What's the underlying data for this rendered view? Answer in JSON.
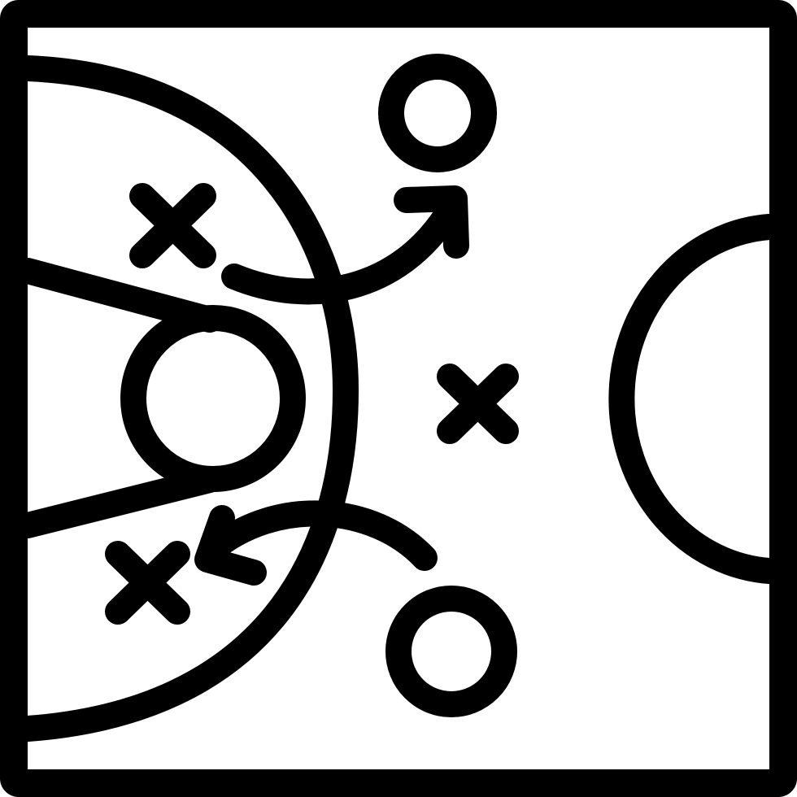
{
  "icon": {
    "name": "basketball-play-strategy-icon",
    "style": "outline",
    "colors": {
      "stroke": "#000000",
      "background": "#ffffff"
    },
    "elements": [
      "court-border",
      "three-point-arc",
      "free-throw-lane",
      "free-throw-circle",
      "center-circle",
      "player-o",
      "player-x",
      "play-arrow"
    ]
  }
}
